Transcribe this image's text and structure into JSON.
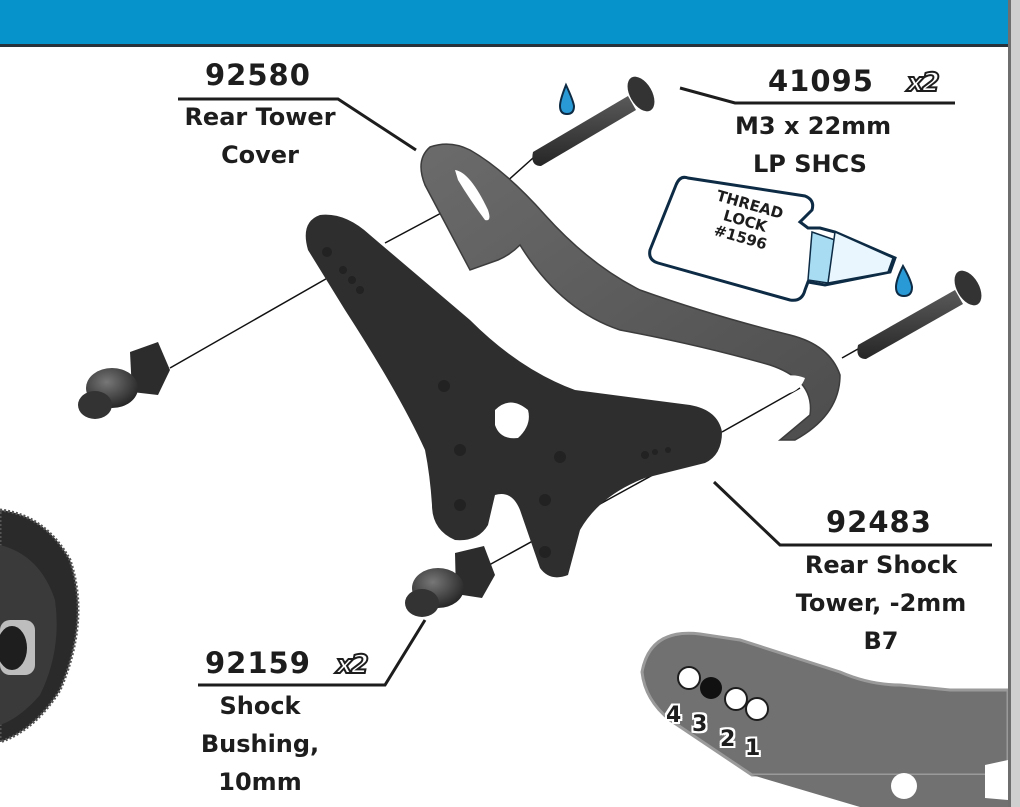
{
  "header": {
    "color": "#0693cb"
  },
  "parts": {
    "rear_tower_cover": {
      "number": "92580",
      "line1": "Rear Tower",
      "line2": "Cover"
    },
    "screw": {
      "number": "41095",
      "qty": "x2",
      "line1": "M3 x 22mm",
      "line2": "LP SHCS"
    },
    "shock_tower": {
      "number": "92483",
      "line1": "Rear Shock",
      "line2": "Tower, -2mm",
      "line3": "B7"
    },
    "shock_bushing": {
      "number": "92159",
      "qty": "x2",
      "line1": "Shock",
      "line2": "Bushing,",
      "line3": "10mm"
    }
  },
  "thread_lock": {
    "line1": "THREAD",
    "line2": "LOCK",
    "line3": "#1596",
    "accent": "#4fb3e6"
  },
  "hole_positions": {
    "labels": [
      "4",
      "3",
      "2",
      "1"
    ],
    "selected": "3"
  },
  "icons": {
    "drop": "thread-lock-drop-icon"
  }
}
